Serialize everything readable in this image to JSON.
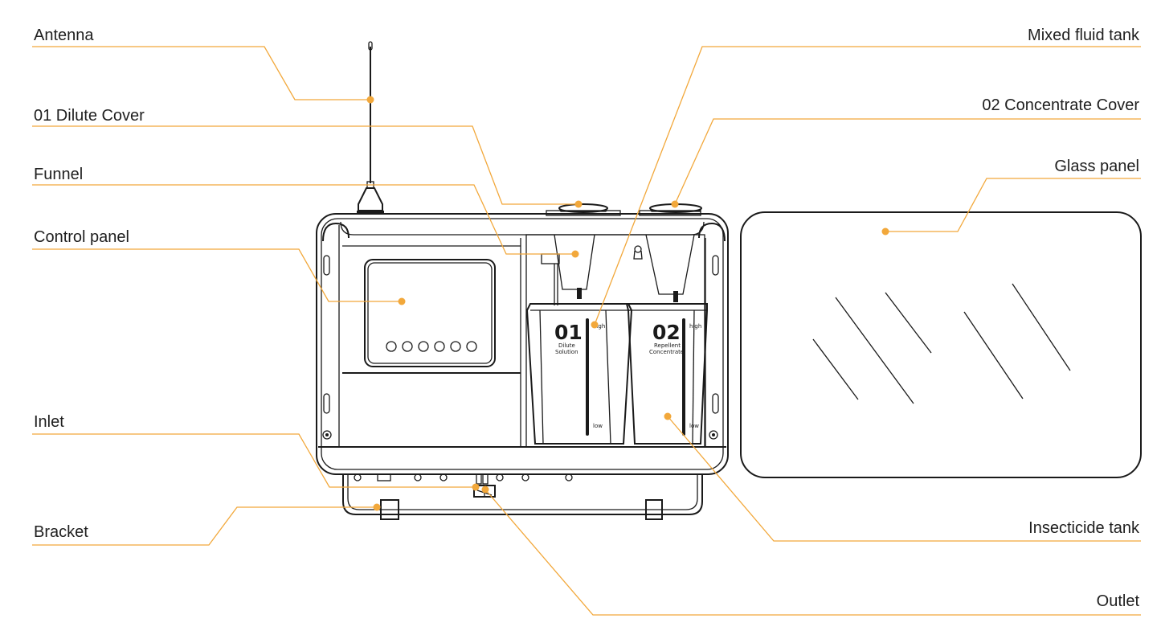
{
  "labels": {
    "antenna": "Antenna",
    "dilute_cover": "01 Dilute Cover",
    "funnel": "Funnel",
    "control_panel": "Control panel",
    "inlet": "Inlet",
    "bracket": "Bracket",
    "mixed_fluid_tank": "Mixed fluid tank",
    "concentrate_cover": "02 Concentrate Cover",
    "glass_panel": "Glass panel",
    "insecticide_tank": "Insecticide tank",
    "outlet": "Outlet"
  },
  "tanks": {
    "tank1": {
      "number": "01",
      "line1": "Dilute",
      "line2": "Solution",
      "high": "high",
      "low": "low"
    },
    "tank2": {
      "number": "02",
      "line1": "Repellent",
      "line2": "Concentrate",
      "high": "high",
      "low": "low"
    }
  },
  "colors": {
    "leader": "#f2a83b",
    "ink": "#1a1a1a",
    "text": "#1f1f1f"
  }
}
